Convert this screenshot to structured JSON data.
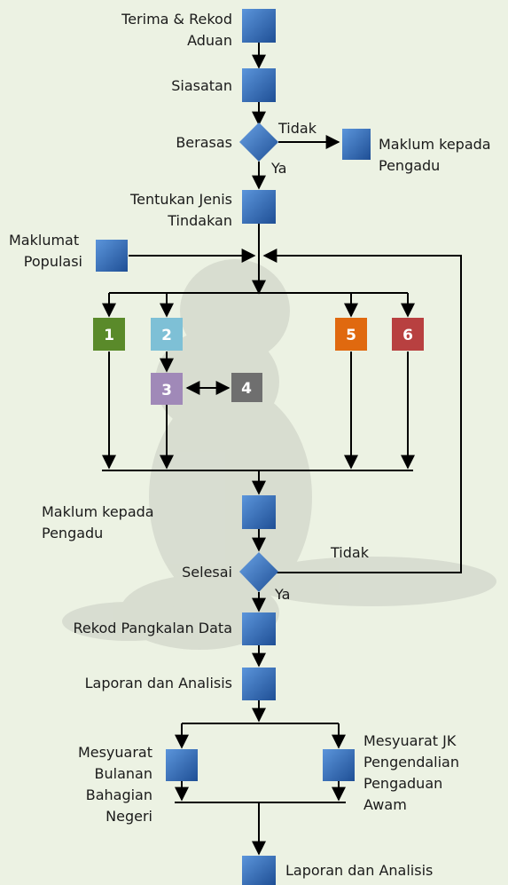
{
  "colors": {
    "background": "#ecf2e3",
    "box": "#2f6fbe",
    "line": "#000000",
    "action_1": "#5a8a2a",
    "action_2": "#7ec0d6",
    "action_3": "#a089b8",
    "action_4": "#6f6f6f",
    "action_5": "#e0690f",
    "action_6": "#b84040"
  },
  "steps": {
    "terima": [
      "Terima & Rekod",
      "Aduan"
    ],
    "siasatan": "Siasatan",
    "berasas": "Berasas",
    "tidak_1": "Tidak",
    "ya_1": "Ya",
    "maklum_1": [
      "Maklum kepada",
      "Pengadu"
    ],
    "tentukan": [
      "Tentukan Jenis",
      "Tindakan"
    ],
    "maklumat": [
      "Maklumat",
      "Populasi"
    ],
    "maklum_2": [
      "Maklum kepada",
      "Pengadu"
    ],
    "selesai": "Selesai",
    "tidak_2": "Tidak",
    "ya_2": "Ya",
    "rekod": "Rekod Pangkalan Data",
    "laporan_1": "Laporan dan Analisis",
    "mesyuarat_bulanan": [
      "Mesyuarat",
      "Bulanan",
      "Bahagian",
      "Negeri"
    ],
    "mesyuarat_jk": [
      "Mesyuarat JK",
      "Pengendalian",
      "Pengaduan",
      "Awam"
    ],
    "laporan_2": "Laporan dan Analisis"
  },
  "actions": [
    "1",
    "2",
    "3",
    "4",
    "5",
    "6"
  ]
}
